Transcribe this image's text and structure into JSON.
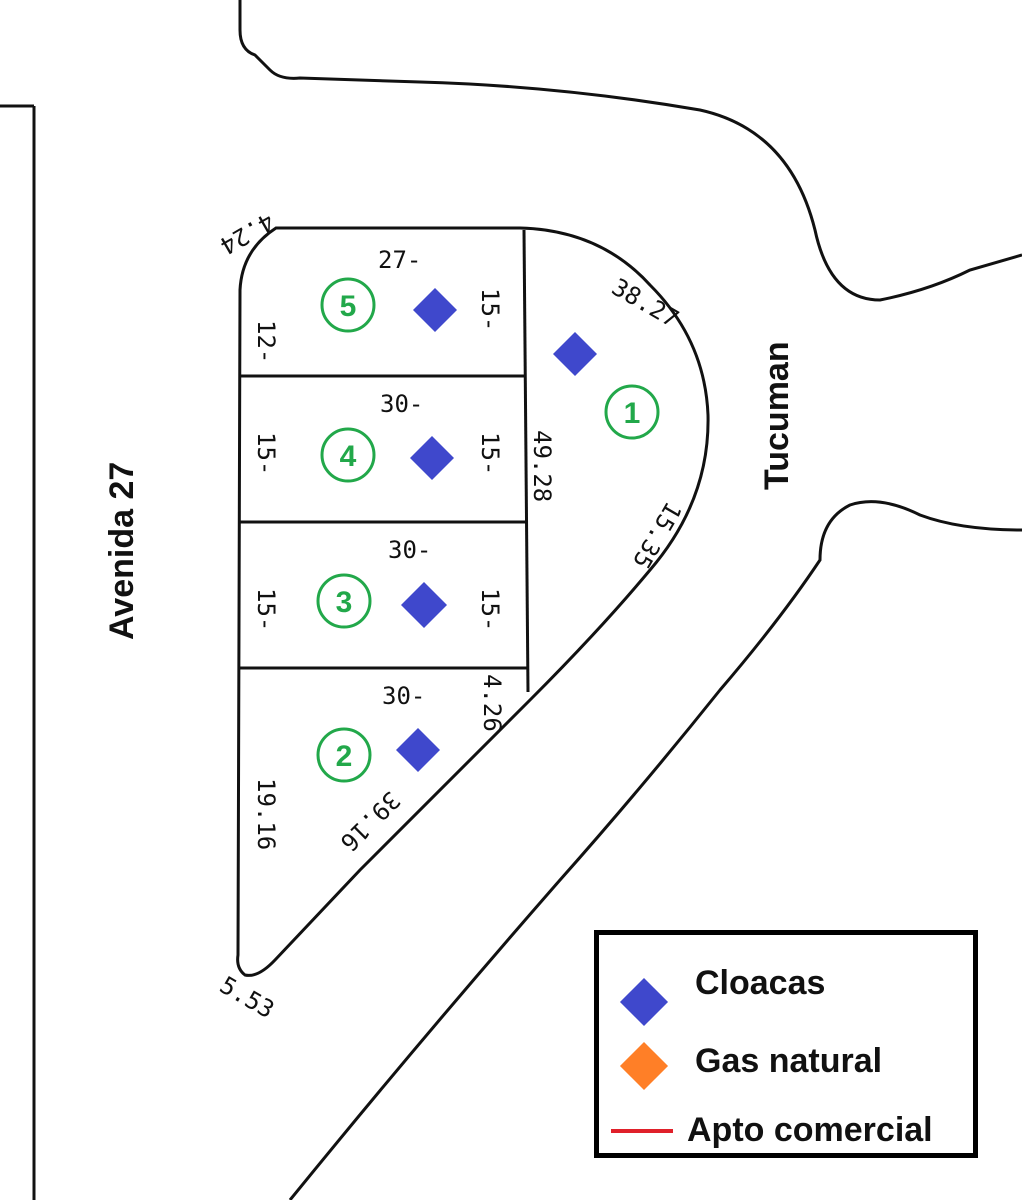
{
  "streets": {
    "west": "Avenida 27",
    "east": "Tucuman"
  },
  "lots": [
    {
      "number": "1"
    },
    {
      "number": "2"
    },
    {
      "number": "3"
    },
    {
      "number": "4"
    },
    {
      "number": "5"
    }
  ],
  "measurements": {
    "lot5_top": "27-",
    "lot5_left": "12-",
    "lot5_right": "15-",
    "lot4_top": "30-",
    "lot4_left": "15-",
    "lot4_right": "15-",
    "lot3_top": "30-",
    "lot3_left": "15-",
    "lot3_right": "15-",
    "lot2_top": "30-",
    "lot2_left": "19.16",
    "lot2_diag": "39.16",
    "lot2_right": "4.26",
    "lot1_inner": "49.28",
    "lot1_arc_top": "38.27",
    "lot1_arc_bottom": "15.35",
    "corner_top": "4.24",
    "corner_bottom": "5.53"
  },
  "legend": {
    "cloacas": {
      "label": "Cloacas",
      "color": "#3f48cc"
    },
    "gas": {
      "label": "Gas natural",
      "color": "#ff7f27"
    },
    "comercial": {
      "label": "Apto comercial",
      "color": "#e0202a"
    }
  },
  "colors": {
    "lot_number": "#22a84a",
    "cloacas_marker": "#3f48cc"
  }
}
